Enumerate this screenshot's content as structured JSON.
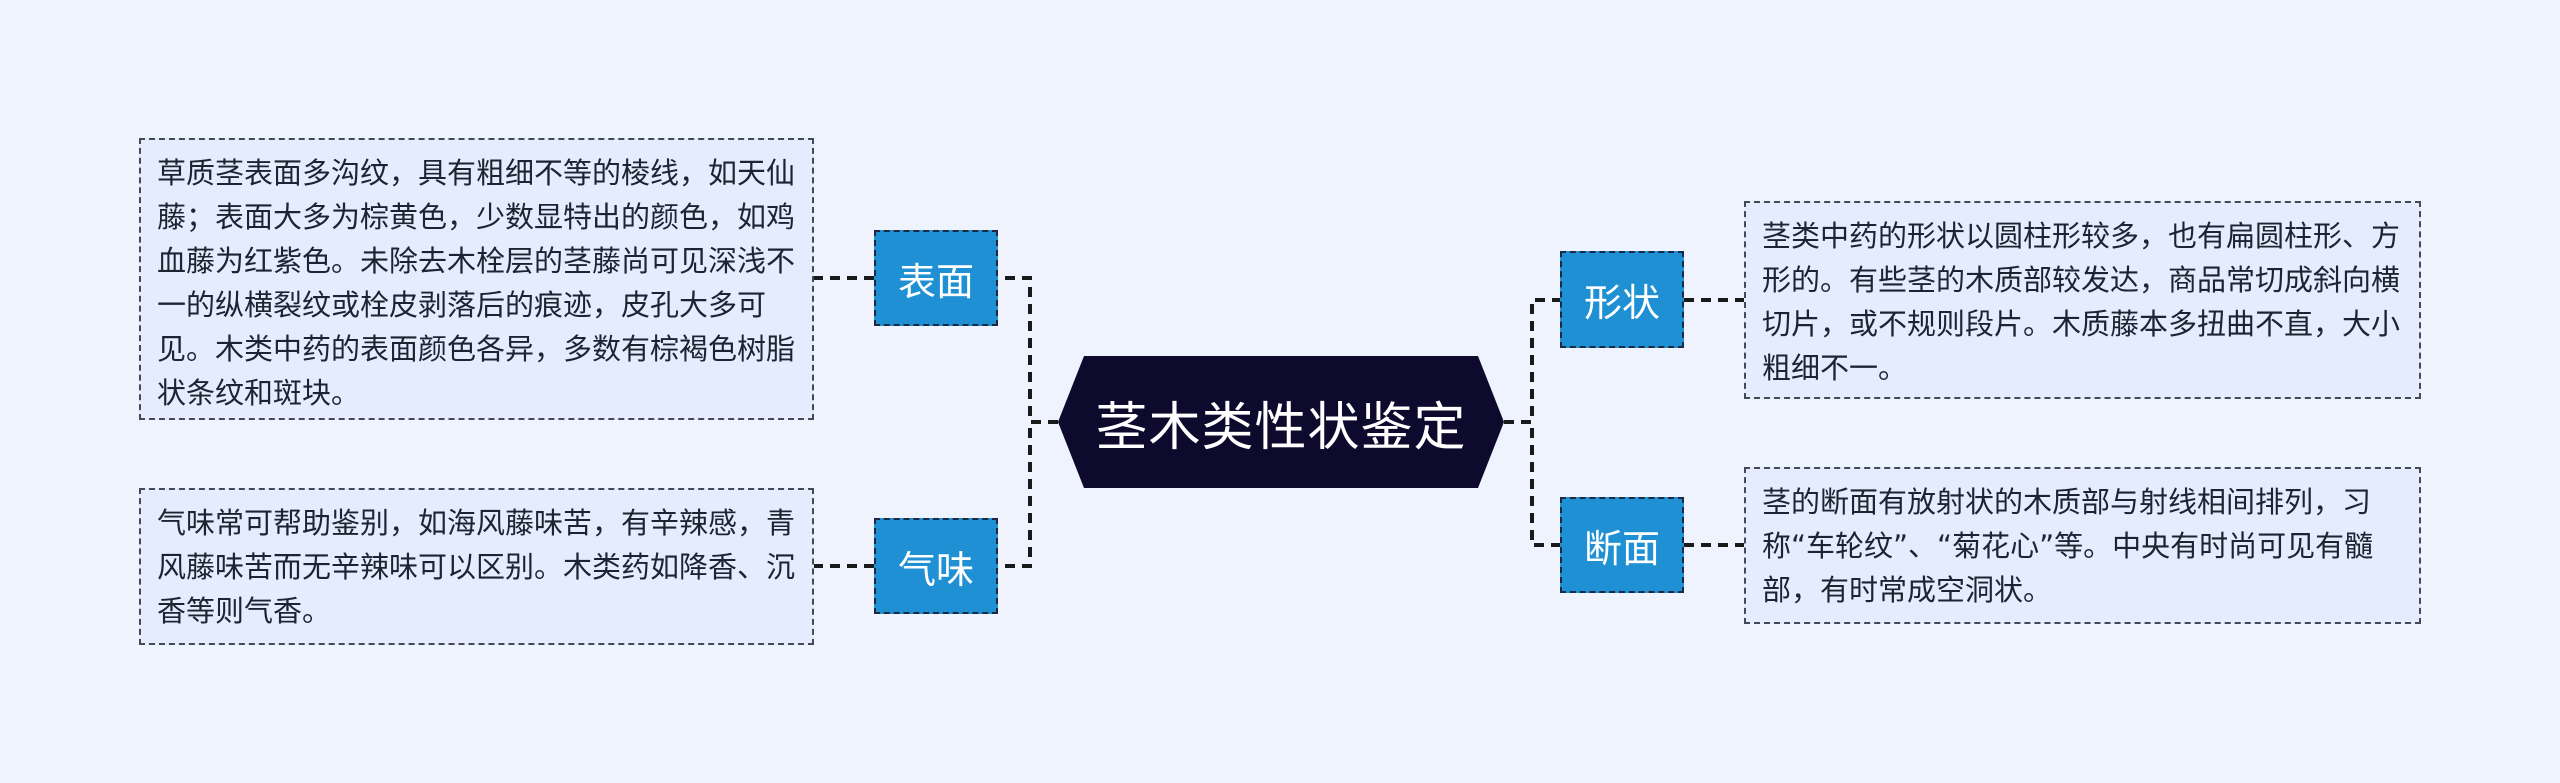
{
  "root": {
    "title": "茎木类性状鉴定"
  },
  "branches": {
    "surface": {
      "label": "表面",
      "text": "草质茎表面多沟纹，具有粗细不等的棱线，如天仙藤；表面大多为棕黄色，少数显特出的颜色，如鸡血藤为红紫色。未除去木栓层的茎藤尚可见深浅不一的纵横裂纹或栓皮剥落后的痕迹，皮孔大多可见。木类中药的表面颜色各异，多数有棕褐色树脂状条纹和斑块。"
    },
    "odor": {
      "label": "气味",
      "text": "气味常可帮助鉴别，如海风藤味苦，有辛辣感，青风藤味苦而无辛辣味可以区别。木类药如降香、沉香等则气香。"
    },
    "shape": {
      "label": "形状",
      "text": "茎类中药的形状以圆柱形较多，也有扁圆柱形、方形的。有些茎的木质部较发达，商品常切成斜向横切片，或不规则段片。木质藤本多扭曲不直，大小粗细不一。"
    },
    "section": {
      "label": "断面",
      "text": "茎的断面有放射状的木质部与射线相间排列，习称“车轮纹”、“菊花心”等。中央有时尚可见有髓部，有时常成空洞状。"
    }
  },
  "colors": {
    "background": "#eef3fe",
    "root_fill": "#0d0a2e",
    "branch_fill": "#1f90d4",
    "leaf_fill": "#e4ecfd",
    "connector": "#1a1a1a"
  }
}
